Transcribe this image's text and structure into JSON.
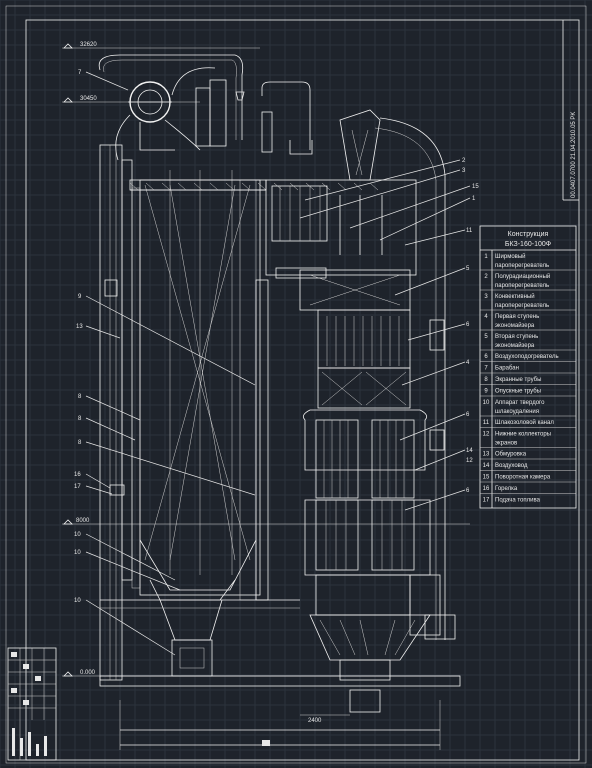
{
  "drawing": {
    "elevations": [
      "32620",
      "30450",
      "8000",
      "0.000"
    ],
    "dimension": "2400",
    "side_stamp": "00.0407.0700   21.04.2010.05  PK"
  },
  "spec_table": {
    "title_line1": "Конструкция",
    "title_line2": "БКЗ-160-100Ф",
    "rows": [
      {
        "n": "1",
        "l1": "Ширмовый",
        "l2": "пароперегреватель"
      },
      {
        "n": "2",
        "l1": "Полурадиационный",
        "l2": "пароперегреватель"
      },
      {
        "n": "3",
        "l1": "Конвективный",
        "l2": "пароперегреватель"
      },
      {
        "n": "4",
        "l1": "Первая ступень",
        "l2": "экономайзера"
      },
      {
        "n": "5",
        "l1": "Вторая ступень",
        "l2": "экономайзера"
      },
      {
        "n": "6",
        "l1": "Воздухоподогреватель",
        "l2": ""
      },
      {
        "n": "7",
        "l1": "Барабан",
        "l2": ""
      },
      {
        "n": "8",
        "l1": "Экранные трубы",
        "l2": ""
      },
      {
        "n": "9",
        "l1": "Опускные трубы",
        "l2": ""
      },
      {
        "n": "10",
        "l1": "Аппарат твердого",
        "l2": "шлакоудаления"
      },
      {
        "n": "11",
        "l1": "Шлакозоловой канал",
        "l2": ""
      },
      {
        "n": "12",
        "l1": "Нижние коллекторы",
        "l2": "экранов"
      },
      {
        "n": "13",
        "l1": "Обмуровка",
        "l2": ""
      },
      {
        "n": "14",
        "l1": "Воздуховод",
        "l2": ""
      },
      {
        "n": "15",
        "l1": "Поворотная камера",
        "l2": ""
      },
      {
        "n": "16",
        "l1": "Горелка",
        "l2": ""
      },
      {
        "n": "17",
        "l1": "Подача топлива",
        "l2": ""
      }
    ]
  },
  "callouts": {
    "c7": "7",
    "c2": "2",
    "c3": "3",
    "c15": "15",
    "c1": "1",
    "c11": "11",
    "c5": "5",
    "c9": "9",
    "c13": "13",
    "c6a": "6",
    "c4": "4",
    "c8a": "8",
    "c8b": "8",
    "c8c": "8",
    "c6b": "6",
    "c14": "14",
    "c12": "12",
    "c16": "16",
    "c17": "17",
    "c6c": "6",
    "c10a": "10",
    "c10b": "10",
    "c10c": "10"
  }
}
